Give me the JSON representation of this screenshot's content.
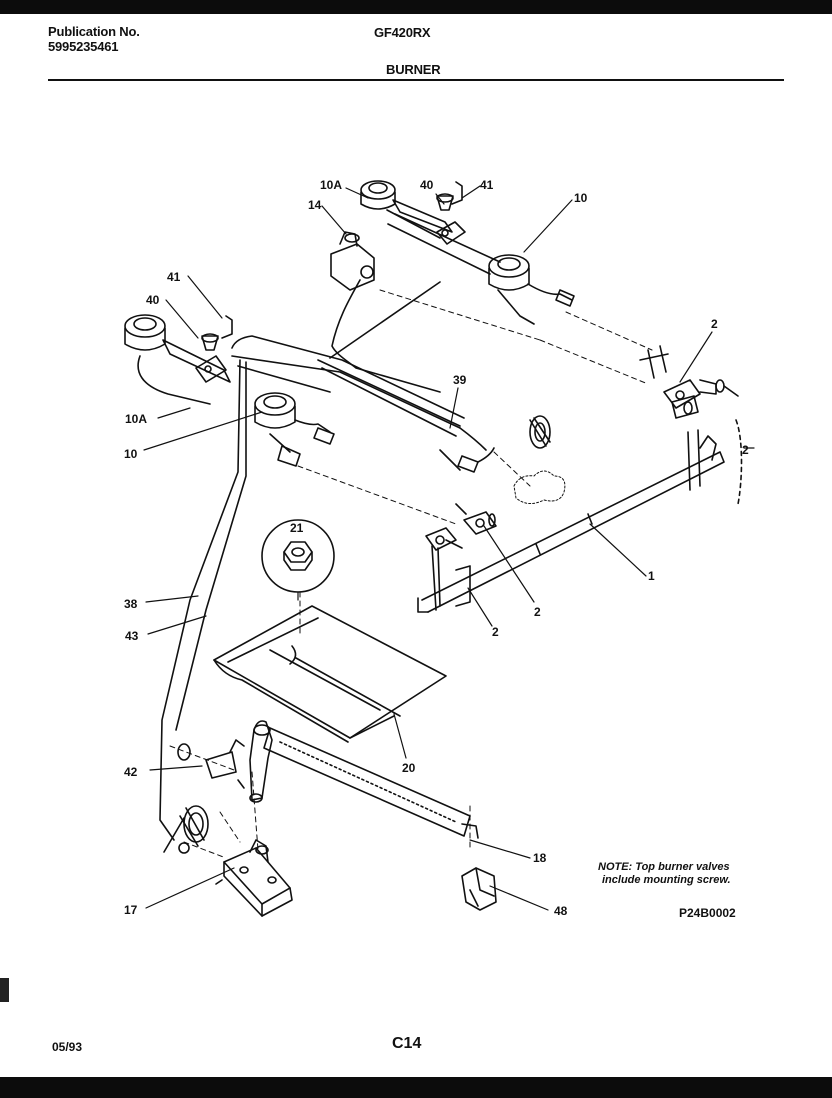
{
  "header": {
    "publication_label": "Publication No.",
    "publication_number": "5995235461",
    "model": "GF420RX",
    "section": "BURNER"
  },
  "callouts": {
    "c10a_top": "10A",
    "c40_top": "40",
    "c41_top": "41",
    "c10_top": "10",
    "c14": "14",
    "c41_left": "41",
    "c40_left": "40",
    "c10a_left": "10A",
    "c10_left": "10",
    "c39": "39",
    "c2_a": "2",
    "c2_b": "2",
    "c1": "1",
    "c2_c": "2",
    "c2_d": "2",
    "c21": "21",
    "c38": "38",
    "c43": "43",
    "c20": "20",
    "c42": "42",
    "c18": "18",
    "c17": "17",
    "c48": "48"
  },
  "note": {
    "line1": "NOTE: Top burner valves",
    "line2": "include mounting screw."
  },
  "diagram_code": "P24B0002",
  "footer": {
    "date": "05/93",
    "page": "C14"
  }
}
